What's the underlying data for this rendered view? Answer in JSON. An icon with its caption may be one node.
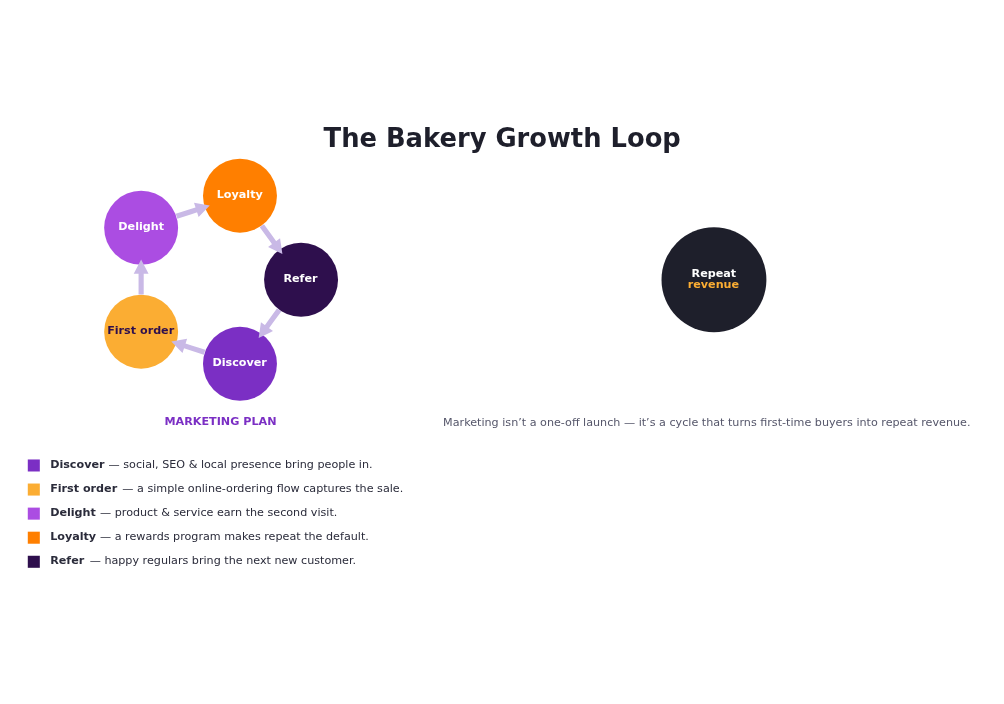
{
  "diagram": {
    "title": "The Bakery Growth Loop",
    "nodes": [
      {
        "text": [
          "Discover"
        ]
      },
      {
        "text": [
          "First order"
        ]
      },
      {
        "text": [
          "Delight"
        ]
      },
      {
        "text": [
          "Loyalty"
        ]
      },
      {
        "text": [
          "Refer"
        ]
      },
      {
        "text": [
          "Repeat",
          "revenue"
        ]
      }
    ],
    "edges": [
      {
        "from": 0,
        "to": 1,
        "arrow": "to"
      },
      {
        "from": 1,
        "to": 2,
        "arrow": "to"
      },
      {
        "from": 2,
        "to": 3,
        "arrow": "to"
      },
      {
        "from": 3,
        "to": 4,
        "arrow": "to"
      },
      {
        "from": 4,
        "to": 0,
        "arrow": "to"
      }
    ],
    "labels": [
      "MARKETING PLAN",
      "Marketing isn’t a one-off launch — it’s a cycle that turns first-time buyers into repeat revenue."
    ],
    "legend": [
      {
        "text": "**Discover** — social, SEO & local presence bring people in.",
        "color": "#7b2fc4"
      },
      {
        "text": "**First order** — a simple online-ordering flow captures the sale.",
        "color": "#fbad33"
      },
      {
        "text": "**Delight** — product & service earn the second visit.",
        "color": "#ab4de2"
      },
      {
        "text": "**Loyalty** — a rewards program makes repeat the default.",
        "color": "#ff7f00"
      },
      {
        "text": "**Refer** — happy regulars bring the next new customer.",
        "color": "#2e0f4d"
      }
    ]
  }
}
